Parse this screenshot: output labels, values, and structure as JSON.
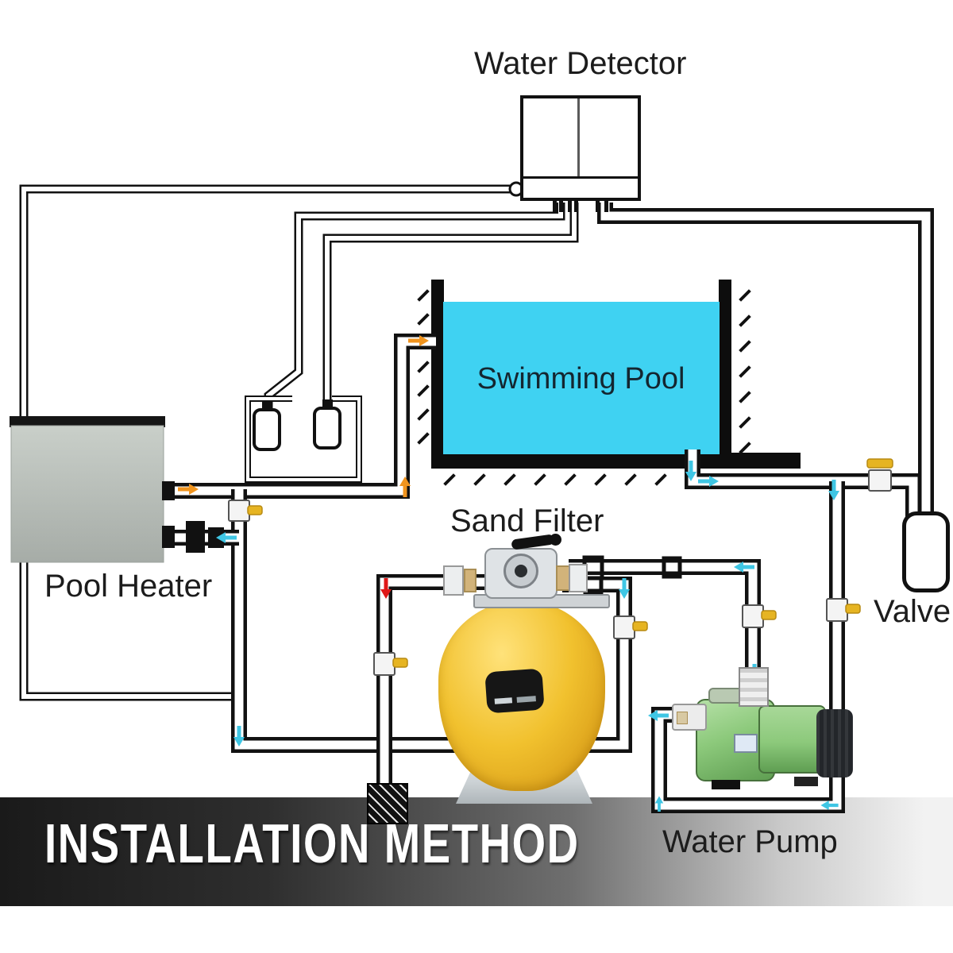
{
  "banner": {
    "label": "INSTALLATION METHOD"
  },
  "components": {
    "water_detector": {
      "label": "Water Detector"
    },
    "swimming_pool": {
      "label": "Swimming Pool"
    },
    "pool_heater": {
      "label": "Pool Heater"
    },
    "sand_filter": {
      "label": "Sand Filter"
    },
    "valve": {
      "label": "Valve"
    },
    "water_pump": {
      "label": "Water Pump"
    },
    "chemical_feeders": {
      "count": 2
    },
    "drain": {
      "type": "hatched-waste-drain"
    }
  },
  "flow": {
    "filtration_arrow_color": "#3fc6e4",
    "return_arrow_color": "#f0941e",
    "waste_arrow_color": "#e01818",
    "valve_handle_color": "#e6b422"
  },
  "palette": {
    "ink": "#111111",
    "pool-water": "#3fd2f2",
    "heater-body": "#b9bfba",
    "filter-yellow": "#f1c12e",
    "filter-yellow-light": "#ffe27a",
    "filter-yellow-dark": "#d89c18",
    "pump-green": "#8cc97b",
    "pump-green-dark": "#5f9e52",
    "motor-black": "#23262a",
    "pedestal-gray": "#ccd2d5",
    "valve-yellow": "#e6b422",
    "arrow-cyan": "#3fc6e4",
    "arrow-orange": "#f0941e",
    "arrow-red": "#e01818",
    "banner-dark": "#1a1a1a",
    "banner-light": "#f2f2f2",
    "label-ink": "#1c1c1c"
  }
}
